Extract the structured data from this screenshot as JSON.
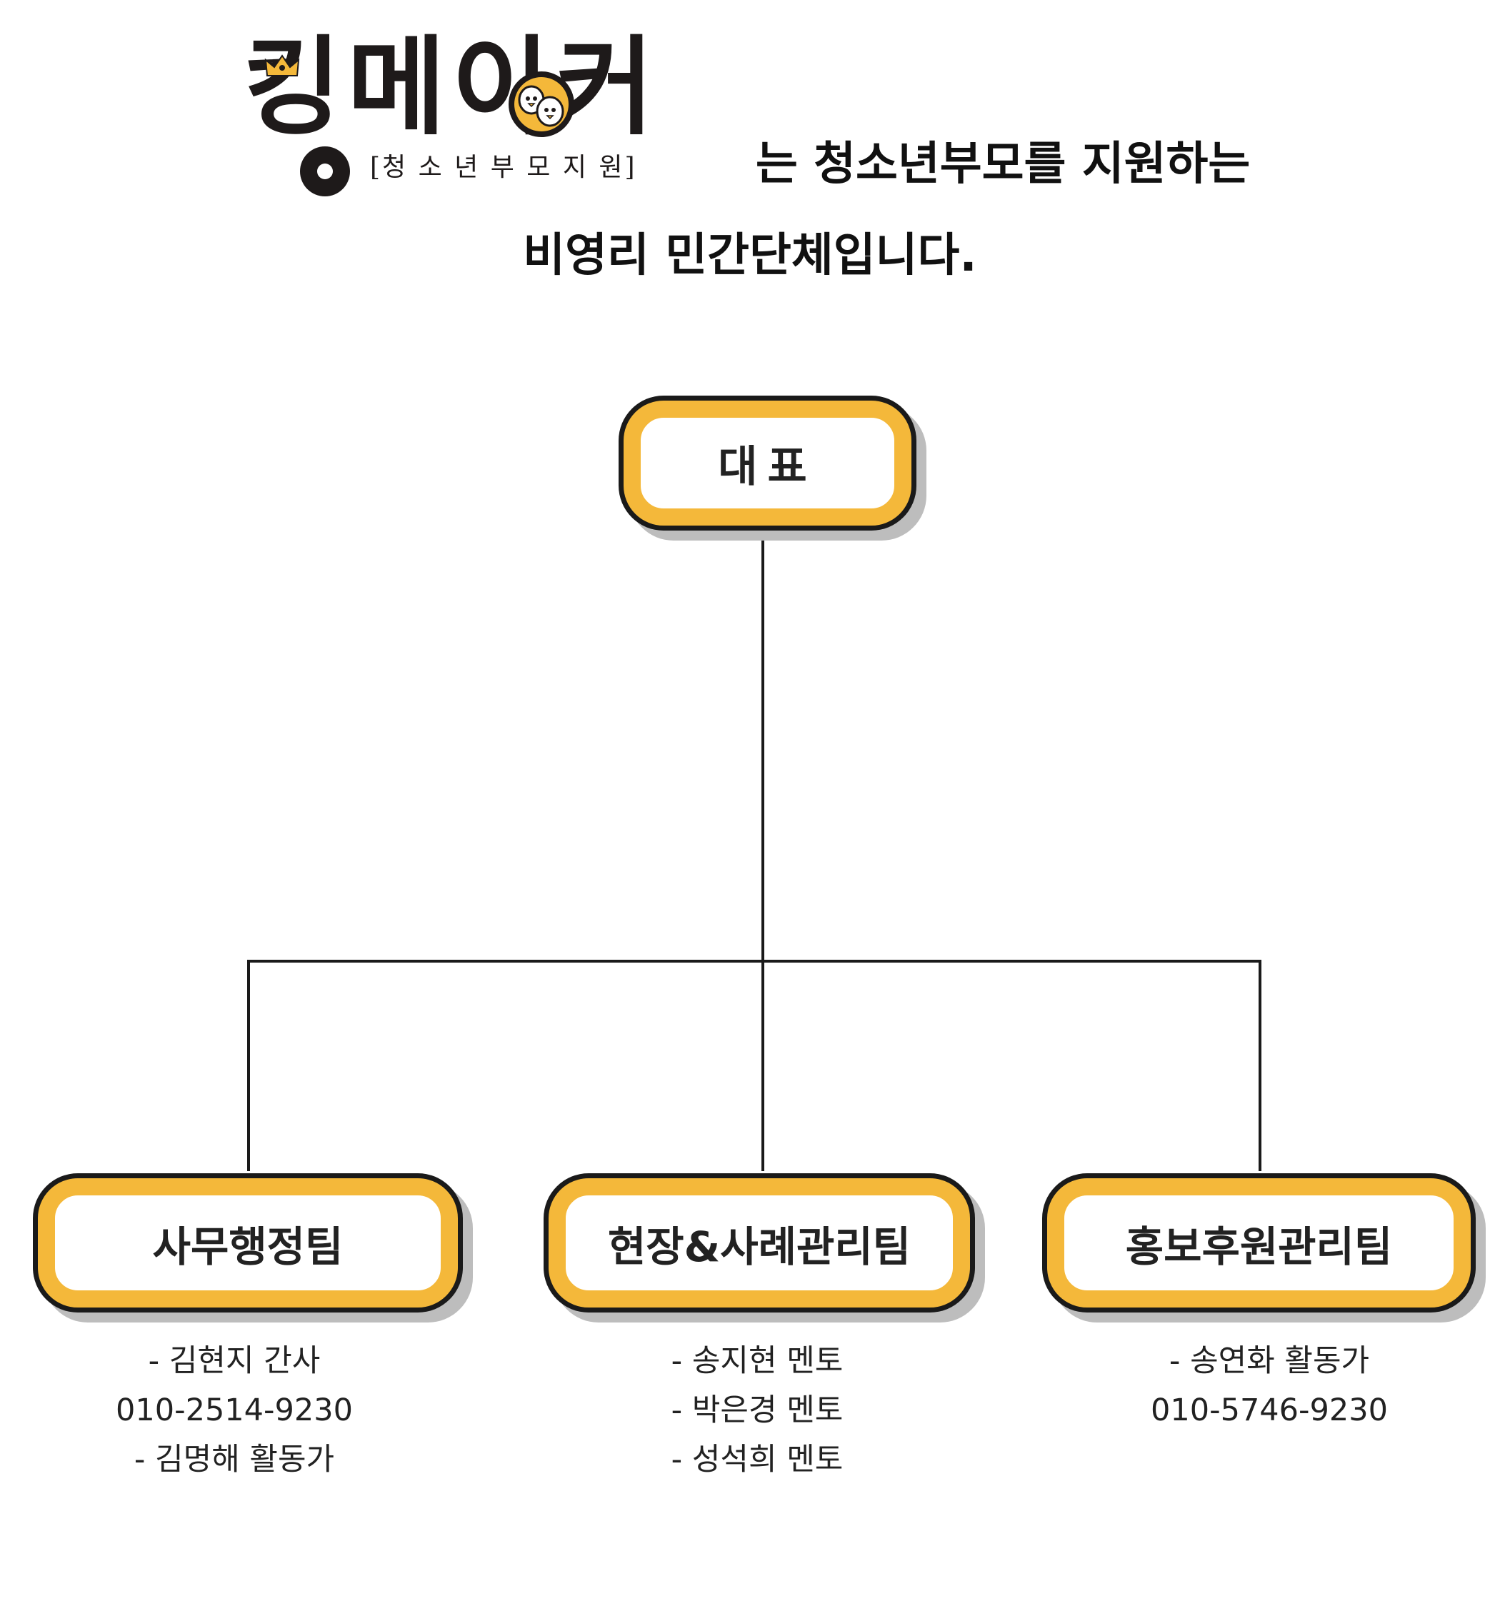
{
  "logo": {
    "wordmark": "킹메이커",
    "subtitle": "[청 소 년 부 모 지 원]",
    "accent_color": "#f4b83a",
    "icon": "crown-penguin-mascot"
  },
  "intro": {
    "line1": "는 청소년부모를 지원하는",
    "line2": "비영리 민간단체입니다."
  },
  "org_chart": {
    "root": {
      "label": "대표"
    },
    "teams": [
      {
        "label": "사무행정팀",
        "members": [
          "- 김현지 간사",
          "010-2514-9230",
          "- 김명해 활동가"
        ]
      },
      {
        "label": "현장&사례관리팀",
        "members": [
          "- 송지현 멘토",
          "- 박은경 멘토",
          "- 성석희 멘토"
        ]
      },
      {
        "label": "홍보후원관리팀",
        "members": [
          "- 송연화 활동가",
          "010-5746-9230"
        ]
      }
    ]
  },
  "colors": {
    "box_border": "#f4b83a",
    "box_outline": "#1a1a1a",
    "box_shadow": "#bdbdbd",
    "text": "#1e1a1a"
  }
}
